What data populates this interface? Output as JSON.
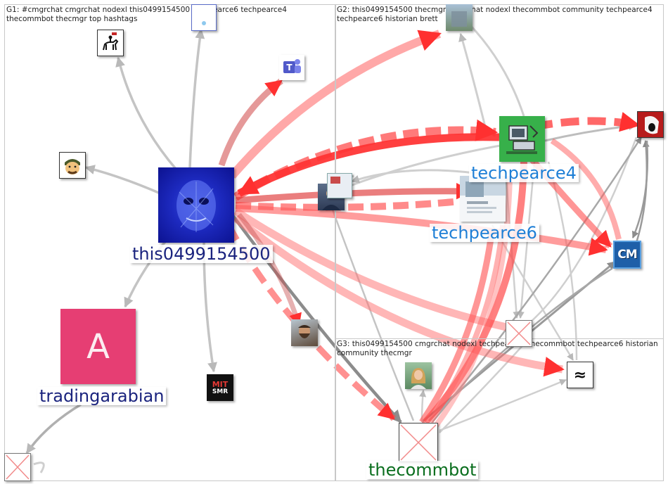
{
  "groups": [
    {
      "id": "G1",
      "label": "G1: #cmgrchat cmgrchat nodexl this0499154500 techpearce6 techpearce4 thecommbot thecmgr top hashtags"
    },
    {
      "id": "G2",
      "label": "G2: this0499154500 thecmgr cmgrchat nodexl thecommbot community techpearce4 techpearce6 historian brett"
    },
    {
      "id": "G3",
      "label": "G3: this0499154500 cmgrchat nodexl techpearce4 thecommbot techpearce6 historian community thecmgr"
    }
  ],
  "labels": {
    "this0499154500": "this0499154500",
    "techpearce4": "techpearce4",
    "techpearce6": "techpearce6",
    "tradingarabian": "tradingarabian",
    "thecommbot": "thecommbot"
  },
  "badges": {
    "mit": "MIT",
    "smr": "SMR",
    "cm": "CM",
    "letter_a": "A",
    "approx": "≈"
  },
  "colors": {
    "strong_edge": "#ff0000",
    "weak_edge": "#b4b4b4",
    "label_navy": "#1a237e",
    "label_blue": "#1e7fd6",
    "label_green": "#0a6e1e"
  }
}
